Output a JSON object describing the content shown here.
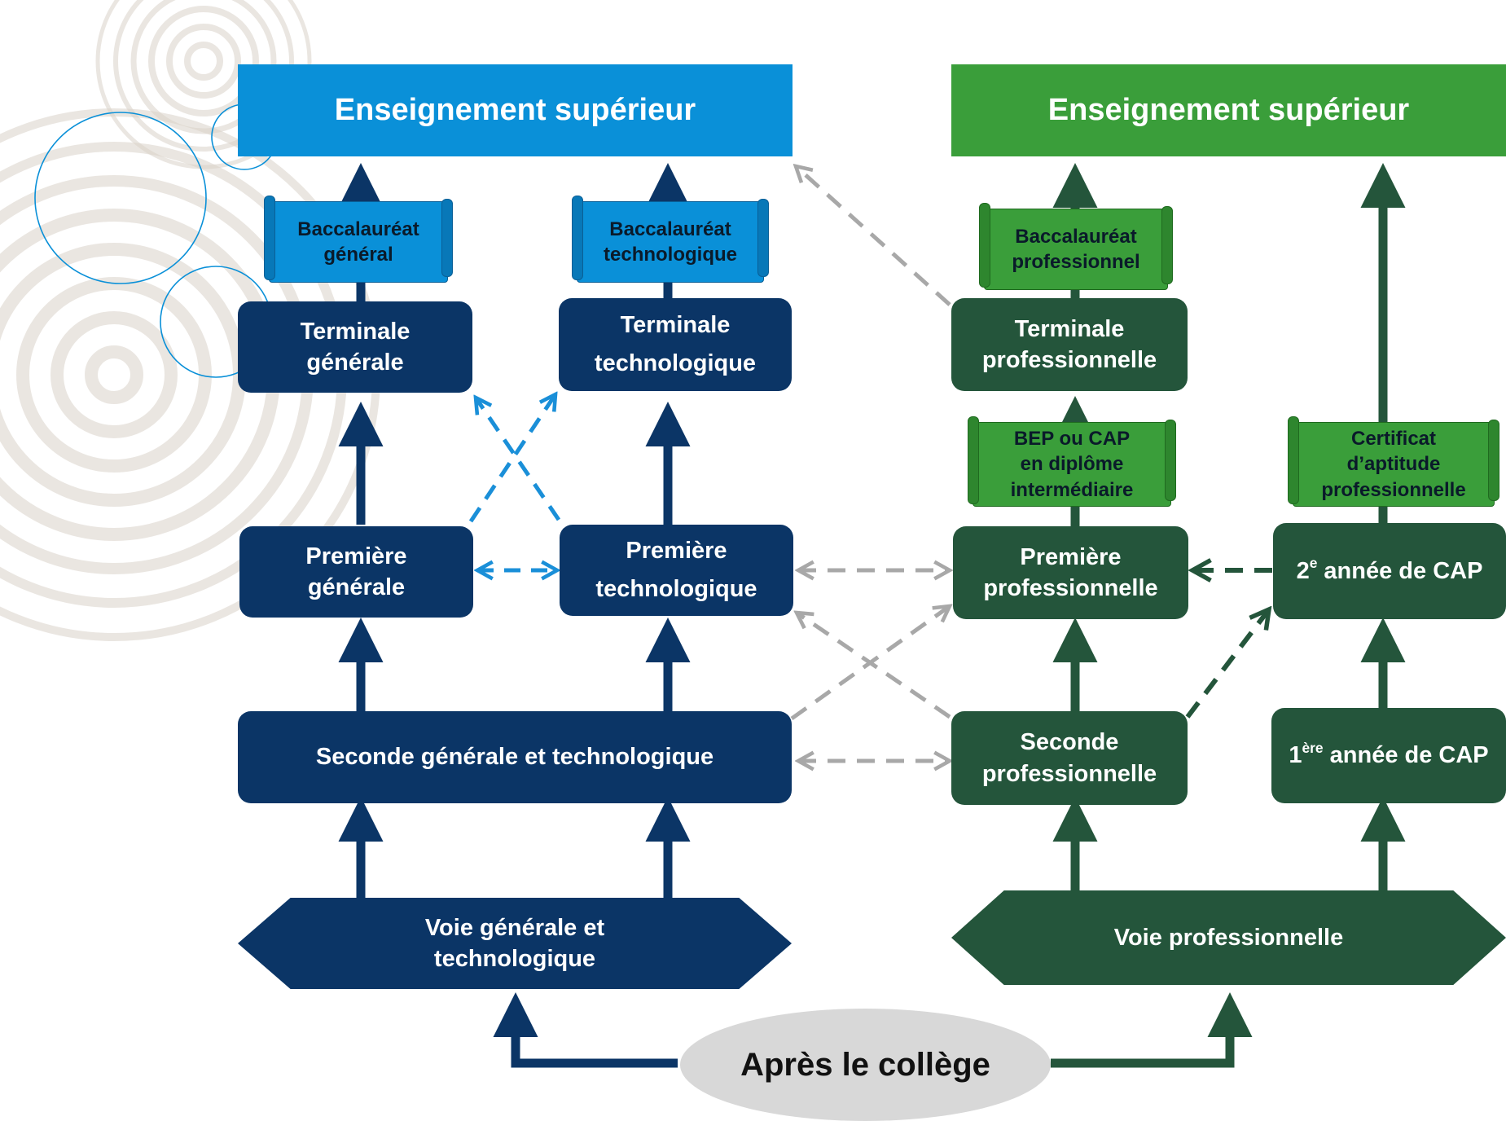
{
  "general_track": {
    "header": "Enseignement supérieur",
    "bac_general": [
      "Baccalauréat",
      "général"
    ],
    "bac_techno": [
      "Baccalauréat",
      "technologique"
    ],
    "terminale_generale": [
      "Terminale",
      "générale"
    ],
    "terminale_techno": [
      "Terminale",
      "technologique"
    ],
    "premiere_generale": [
      "Première",
      "générale"
    ],
    "premiere_techno": [
      "Première",
      "technologique"
    ],
    "seconde_gt": "Seconde générale et technologique",
    "voie_gt": [
      "Voie générale et",
      "technologique"
    ]
  },
  "pro_track": {
    "header": "Enseignement supérieur",
    "bac_pro": [
      "Baccalauréat",
      "professionnel"
    ],
    "bep_cap": [
      "BEP ou CAP",
      "en diplôme",
      "intermédiaire"
    ],
    "certificat": [
      "Certificat",
      "d’aptitude",
      "professionnelle"
    ],
    "terminale_pro": [
      "Terminale",
      "professionnelle"
    ],
    "premiere_pro": [
      "Première",
      "professionnelle"
    ],
    "seconde_pro": [
      "Seconde",
      "professionnelle"
    ],
    "cap2": {
      "sup": "e",
      "text": " année de CAP",
      "num": "2"
    },
    "cap1": {
      "sup": "ère",
      "text": " année de CAP",
      "num": "1"
    },
    "voie_pro": "Voie professionnelle"
  },
  "start": "Après le collège",
  "colors": {
    "navy": "#0b3566",
    "sky": "#0a90d8",
    "green_dark": "#24553b",
    "green_bright": "#3a9e3a",
    "grey_dashed": "#a8a8a8",
    "blue_dashed": "#1a8fd8"
  }
}
